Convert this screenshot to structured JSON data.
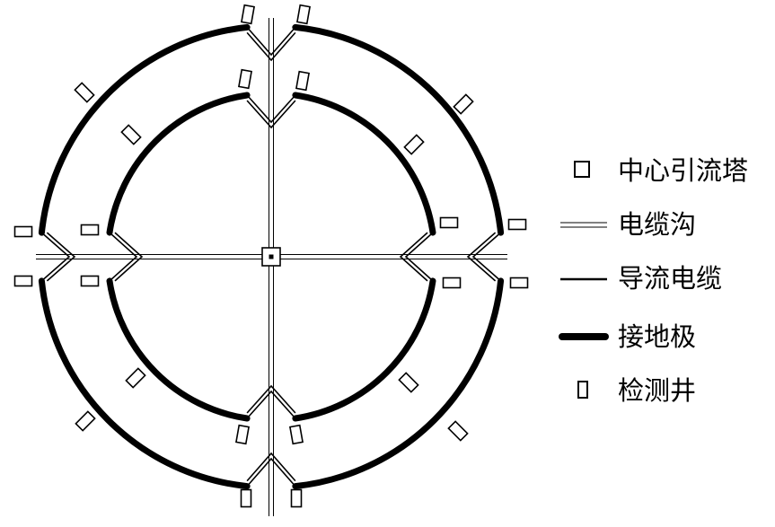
{
  "legend": {
    "items": [
      {
        "key": "tower",
        "label": "中心引流塔"
      },
      {
        "key": "trench",
        "label": "电缆沟"
      },
      {
        "key": "cable",
        "label": "导流电缆"
      },
      {
        "key": "electrode",
        "label": "接地极"
      },
      {
        "key": "well",
        "label": "检测井"
      }
    ]
  },
  "colors": {
    "stroke": "#000000",
    "background": "#ffffff"
  }
}
